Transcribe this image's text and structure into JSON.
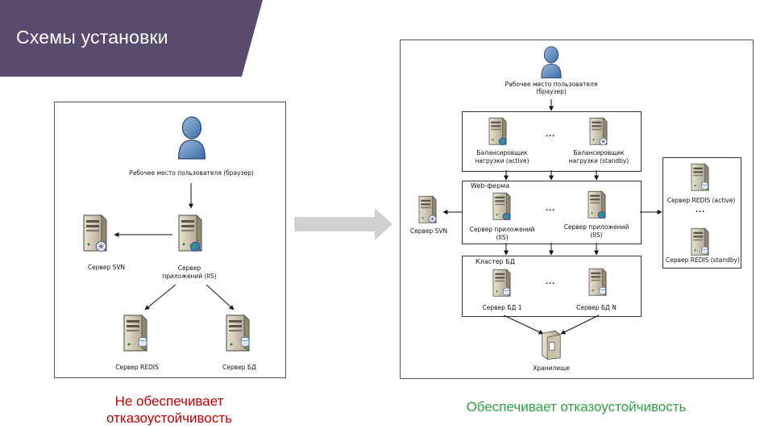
{
  "header": {
    "title": "Схемы установки"
  },
  "colors": {
    "banner": "#5a4a6e",
    "bad": "#c00000",
    "good": "#2ea043",
    "arrow": "#d0d0d0"
  },
  "left_scheme": {
    "user_label": "Рабочее место пользователя (браузер)",
    "svn_label": "Сервер SVN",
    "app_label_1": "Сервер",
    "app_label_2": "приложений (IIS)",
    "redis_label": "Сервер  REDIS",
    "db_label": "Сервер  БД",
    "caption_1": "Не обеспечивает",
    "caption_2": "отказоустойчивость"
  },
  "right_scheme": {
    "user_label_1": "Рабочее место пользователя",
    "user_label_2": "(браузер)",
    "lb_active_1": "Балансировщик",
    "lb_active_2": "нагрузки (active)",
    "lb_standby_1": "Балансировщик",
    "lb_standby_2": "нагрузки (standby)",
    "webfarm_title": "Web-ферма",
    "app1_1": "Сервер приложений",
    "app1_2": "(IIS)",
    "app2_1": "Сервер приложений",
    "app2_2": "(IIS)",
    "svn_label": "Сервер SVN",
    "dbcluster_title": "Кластер БД",
    "db1_label": "Сервер БД 1",
    "dbn_label": "Сервер БД N",
    "storage_label": "Хранилище",
    "redis_active": "Сервер REDIS (active)",
    "redis_standby": "Сервер REDIS (standby)",
    "ellipsis": "...",
    "caption": "Обеспечивает отказоустойчивость"
  }
}
